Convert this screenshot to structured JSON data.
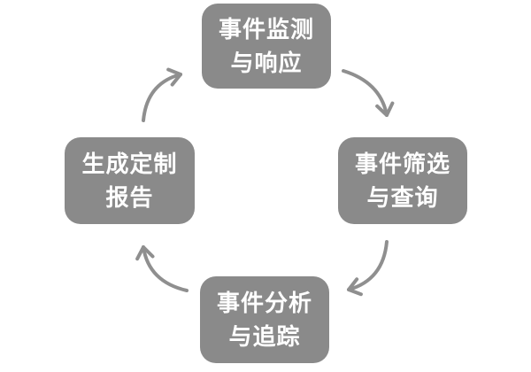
{
  "diagram": {
    "type": "cycle",
    "direction": "clockwise",
    "colors": {
      "background": "#ffffff",
      "node_fill": "#8a8a8a",
      "node_text": "#ffffff",
      "arrow": "#8f8f8f"
    },
    "nodes": [
      {
        "id": "event-monitoring",
        "position": "top",
        "line1": "事件监测",
        "line2": "与响应"
      },
      {
        "id": "event-filtering",
        "position": "right",
        "line1": "事件筛选",
        "line2": "与查询"
      },
      {
        "id": "event-analysis",
        "position": "bottom",
        "line1": "事件分析",
        "line2": "与追踪"
      },
      {
        "id": "report-generation",
        "position": "left",
        "line1": "生成定制",
        "line2": "报告"
      }
    ],
    "arrows": [
      {
        "from": "event-monitoring",
        "to": "event-filtering"
      },
      {
        "from": "event-filtering",
        "to": "event-analysis"
      },
      {
        "from": "event-analysis",
        "to": "report-generation"
      },
      {
        "from": "report-generation",
        "to": "event-monitoring"
      }
    ]
  }
}
